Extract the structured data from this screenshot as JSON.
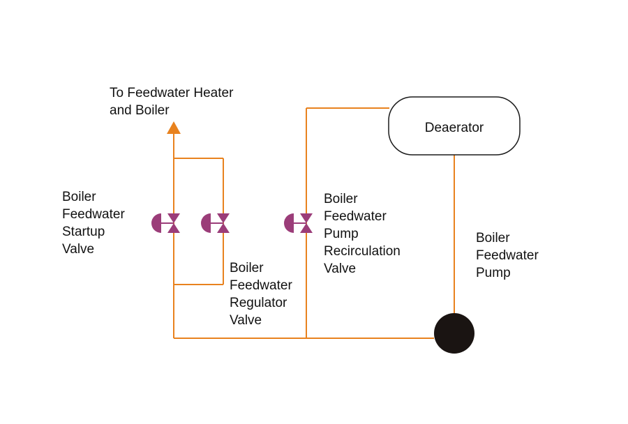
{
  "diagram": {
    "destination_label": {
      "line1": "To Feedwater Heater",
      "line2": "and Boiler"
    },
    "deaerator_label": "Deaerator",
    "startup_valve_label": [
      "Boiler",
      "Feedwater",
      "Startup",
      "Valve"
    ],
    "regulator_valve_label": [
      "Boiler",
      "Feedwater",
      "Regulator",
      "Valve"
    ],
    "recirculation_valve_label": [
      "Boiler",
      "Feedwater",
      "Pump",
      "Recirculation",
      "Valve"
    ],
    "pump_label": [
      "Boiler",
      "Feedwater",
      "Pump"
    ],
    "colors": {
      "pipe": "#e8821e",
      "valve": "#9b3d79",
      "pump": "#1a1412",
      "text": "#111111"
    },
    "icons": {
      "valve": "control-valve-icon",
      "pump": "pump-icon",
      "arrow": "flow-arrow-icon"
    }
  }
}
